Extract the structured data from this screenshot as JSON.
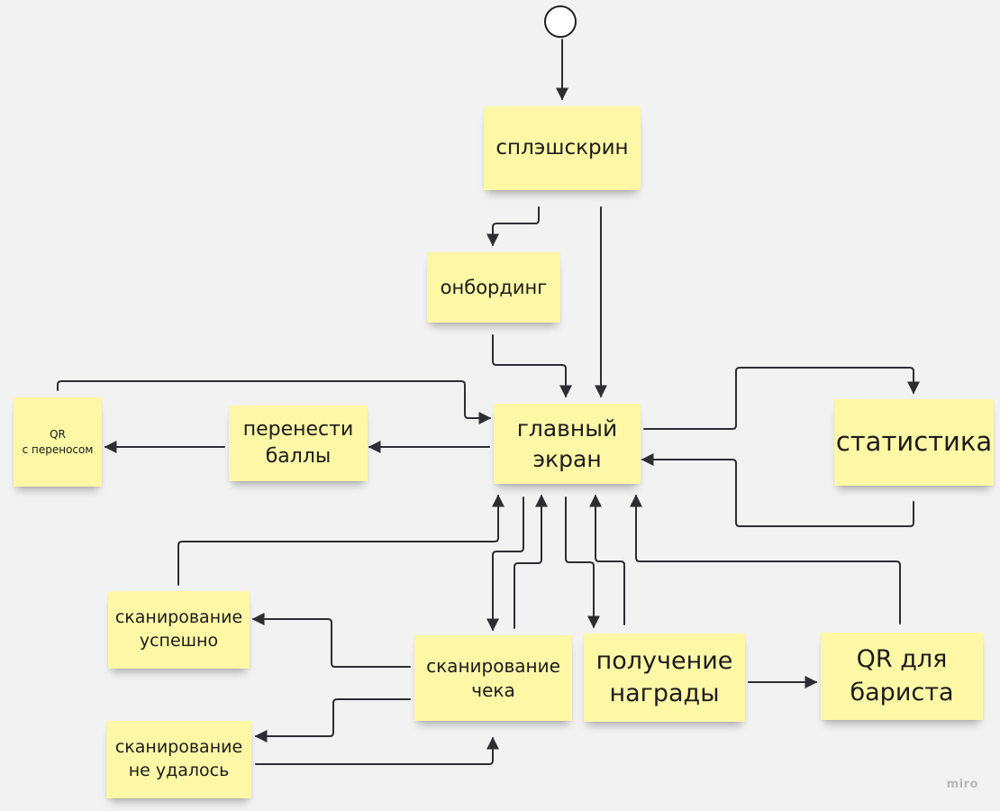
{
  "diagram": {
    "nodes": {
      "splash": "сплэшскрин",
      "onboarding": "онбординг",
      "main": "главный\nэкран",
      "transfer": "перенести\nбаллы",
      "qr_transfer": "QR\nс переносом",
      "stats": "статистика",
      "scan_ok": "сканирование\nуспешно",
      "scan_receipt": "сканирование\nчека",
      "scan_fail": "сканирование\nне удалось",
      "reward": "получение\nнаграды",
      "qr_barista": "QR для\nбариста"
    },
    "edges": [
      {
        "from": "start",
        "to": "splash"
      },
      {
        "from": "splash",
        "to": "onboarding"
      },
      {
        "from": "splash",
        "to": "main"
      },
      {
        "from": "onboarding",
        "to": "main"
      },
      {
        "from": "qr_transfer",
        "to": "main"
      },
      {
        "from": "main",
        "to": "transfer"
      },
      {
        "from": "transfer",
        "to": "qr_transfer"
      },
      {
        "from": "main",
        "to": "stats"
      },
      {
        "from": "stats",
        "to": "main"
      },
      {
        "from": "scan_ok",
        "to": "main"
      },
      {
        "from": "main",
        "to": "scan_receipt"
      },
      {
        "from": "scan_receipt",
        "to": "main"
      },
      {
        "from": "main",
        "to": "reward"
      },
      {
        "from": "reward",
        "to": "main"
      },
      {
        "from": "qr_barista",
        "to": "main"
      },
      {
        "from": "scan_receipt",
        "to": "scan_ok"
      },
      {
        "from": "scan_receipt",
        "to": "scan_fail"
      },
      {
        "from": "scan_fail",
        "to": "scan_receipt"
      },
      {
        "from": "reward",
        "to": "qr_barista"
      }
    ]
  },
  "watermark": "miro",
  "colors": {
    "sticky": "#fdf7a6",
    "connector": "#2d2d33",
    "background": "#f2f2f2"
  }
}
